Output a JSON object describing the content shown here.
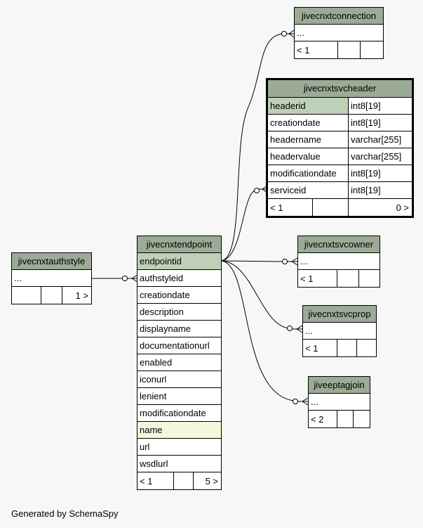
{
  "footer": "Generated by SchemaSpy",
  "tables": {
    "jivecnxtconnection": {
      "name": "jivecnxtconnection",
      "rows": [
        "..."
      ],
      "foot": [
        "< 1",
        "",
        ""
      ]
    },
    "jivecnxtsvcheader": {
      "name": "jivecnxtsvcheader",
      "columns": [
        {
          "name": "headerid",
          "type": "int8[19]"
        },
        {
          "name": "creationdate",
          "type": "int8[19]"
        },
        {
          "name": "headername",
          "type": "varchar[255]"
        },
        {
          "name": "headervalue",
          "type": "varchar[255]"
        },
        {
          "name": "modificationdate",
          "type": "int8[19]"
        },
        {
          "name": "serviceid",
          "type": "int8[19]"
        }
      ],
      "foot": [
        "< 1",
        "",
        "0 >"
      ]
    },
    "jivecnxtsvcowner": {
      "name": "jivecnxtsvcowner",
      "rows": [
        "..."
      ],
      "foot": [
        "< 1",
        "",
        ""
      ]
    },
    "jivecnxtsvcprop": {
      "name": "jivecnxtsvcprop",
      "rows": [
        "..."
      ],
      "foot": [
        "< 1",
        "",
        ""
      ]
    },
    "jiveeptagjoin": {
      "name": "jiveeptagjoin",
      "rows": [
        "..."
      ],
      "foot": [
        "< 2",
        "",
        ""
      ]
    },
    "jivecnxtauthstyle": {
      "name": "jivecnxtauthstyle",
      "rows": [
        "..."
      ],
      "foot": [
        "",
        "",
        "1 >"
      ]
    },
    "jivecnxtendpoint": {
      "name": "jivecnxtendpoint",
      "columns": [
        "endpointid",
        "authstyleid",
        "creationdate",
        "description",
        "displayname",
        "documentationurl",
        "enabled",
        "iconurl",
        "lenient",
        "modificationdate",
        "name",
        "url",
        "wsdlurl"
      ],
      "foot": [
        "< 1",
        "",
        "5 >"
      ]
    }
  },
  "colors": {
    "header": "#9bab96",
    "primary_key": "#bed1b8",
    "indexed": "#f5f8de",
    "background": "#f7f7f7"
  }
}
